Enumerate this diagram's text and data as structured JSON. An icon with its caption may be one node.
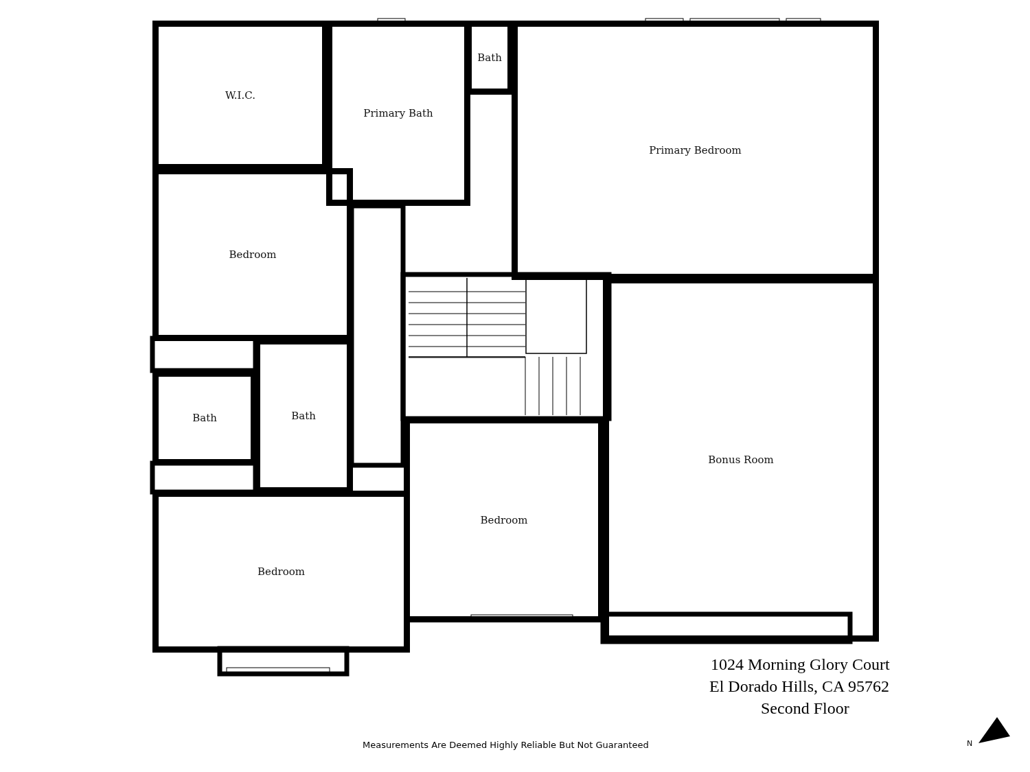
{
  "diagram": {
    "nodes": [
      {
        "text": [
          "W.I.C."
        ]
      },
      {
        "text": [
          "Primary Bath"
        ]
      },
      {
        "text": [
          "Bath"
        ]
      },
      {
        "text": [
          "Primary Bedroom"
        ]
      },
      {
        "text": [
          "Bedroom"
        ]
      },
      {
        "text": [
          "Bath"
        ]
      },
      {
        "text": [
          "Bath"
        ]
      },
      {
        "text": [
          "Bonus Room"
        ]
      },
      {
        "text": [
          "Bedroom"
        ]
      },
      {
        "text": [
          "Bedroom"
        ]
      }
    ],
    "edges": [],
    "labels": [
      "1024 Morning Glory Court",
      "El Dorado Hills, CA  95762",
      "Second Floor",
      "Measurements Are Deemed Highly Reliable But Not Guaranteed",
      "N"
    ]
  }
}
